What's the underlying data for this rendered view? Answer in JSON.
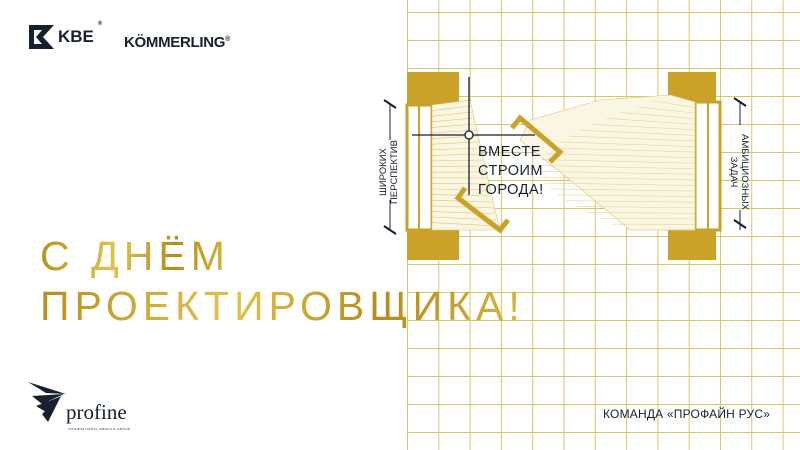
{
  "logos": {
    "kbe": "KBE",
    "kommerling": "KÖMMERLING",
    "profine": "profine",
    "profine_tagline": "INTERNATIONAL PROFILE GROUP"
  },
  "heading": {
    "line1": "С ДНЁМ",
    "line2": "ПРОЕКТИРОВЩИКА!"
  },
  "illustration": {
    "center_lines": [
      "ВМЕСТЕ",
      "СТРОИМ",
      "ГОРОДА!"
    ],
    "left_label": [
      "ШИРОКИХ",
      "ПЕРСПЕКТИВ"
    ],
    "right_label": [
      "АМБИЦИОЗНЫХ",
      "ЗАДАЧ"
    ]
  },
  "signature": "КОМАНДА «ПРОФАЙН РУС»",
  "colors": {
    "gold": "#c9a227",
    "grid": "#d9c669",
    "ink": "#17202e"
  }
}
